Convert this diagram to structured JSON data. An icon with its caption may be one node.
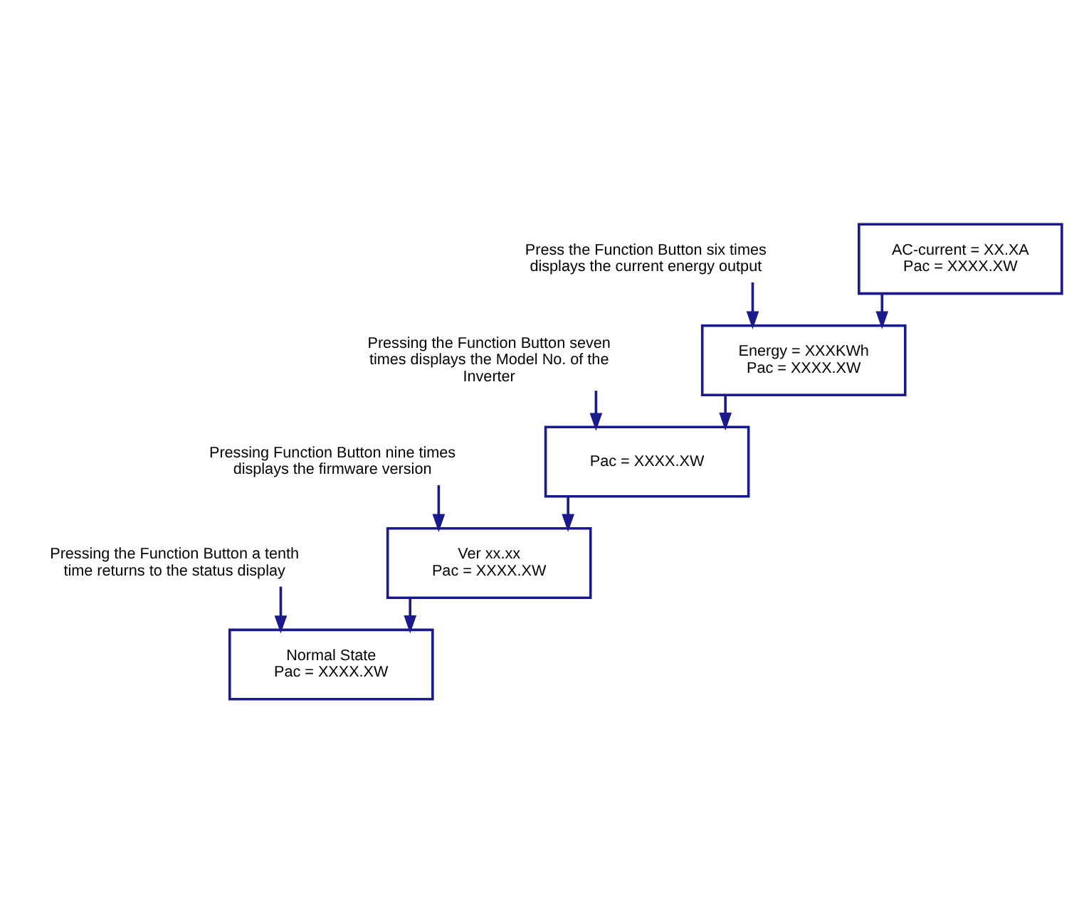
{
  "diagram": {
    "nodes": [
      {
        "text": [
          "AC-current = XX.XA",
          "Pac = XXXX.XW"
        ]
      },
      {
        "text": [
          "Energy = XXXKWh",
          "Pac = XXXX.XW"
        ]
      },
      {
        "text": [
          "Pac = XXXX.XW"
        ]
      },
      {
        "text": [
          "Ver xx.xx",
          "Pac = XXXX.XW"
        ]
      },
      {
        "text": [
          "Normal State",
          "Pac = XXXX.XW"
        ]
      },
      {
        "text": [
          "Press the Function Button six times displays the current energy output"
        ]
      },
      {
        "text": [
          "Pressing the Function Button seven times displays the Model No. of the Inverter"
        ]
      },
      {
        "text": [
          "Pressing Function Button nine times displays the firmware version"
        ]
      },
      {
        "text": [
          "Pressing the Function Button a tenth time returns to the status display"
        ]
      }
    ],
    "edges": [
      {
        "from": 0,
        "to": 1,
        "arrow": "to"
      },
      {
        "from": 1,
        "to": 2,
        "arrow": "to"
      },
      {
        "from": 2,
        "to": 3,
        "arrow": "to"
      },
      {
        "from": 3,
        "to": 4,
        "arrow": "to"
      },
      {
        "from": 5,
        "to": 1,
        "arrow": "to"
      },
      {
        "from": 6,
        "to": 2,
        "arrow": "to"
      },
      {
        "from": 7,
        "to": 3,
        "arrow": "to"
      },
      {
        "from": 8,
        "to": 4,
        "arrow": "to"
      }
    ]
  }
}
